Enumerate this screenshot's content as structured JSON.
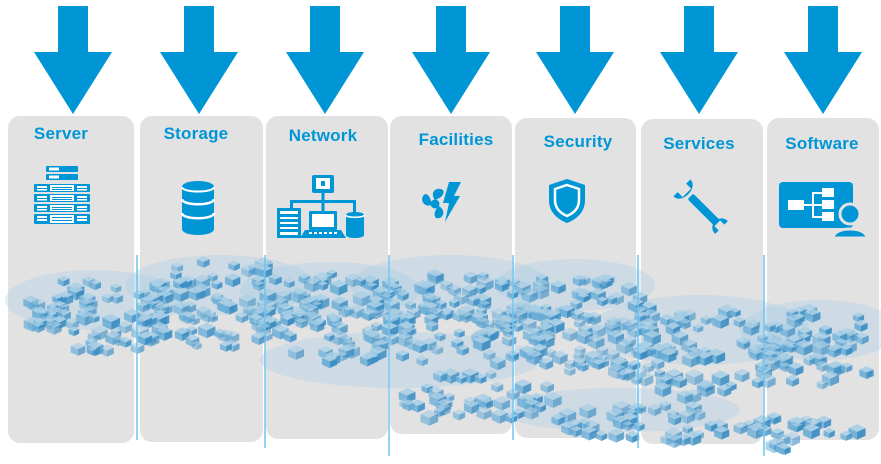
{
  "colors": {
    "accent": "#0096d6",
    "panel": "#e2e2e3",
    "cube_light": "#a9cfe6",
    "cube_mid": "#6fb0d8",
    "cube_dark": "#3d8ec3"
  },
  "columns": [
    {
      "id": "server",
      "label": "Server",
      "icon": "server-rack-icon"
    },
    {
      "id": "storage",
      "label": "Storage",
      "icon": "database-icon"
    },
    {
      "id": "network",
      "label": "Network",
      "icon": "network-topology-icon"
    },
    {
      "id": "facilities",
      "label": "Facilities",
      "icon": "power-fan-icon"
    },
    {
      "id": "security",
      "label": "Security",
      "icon": "shield-icon"
    },
    {
      "id": "services",
      "label": "Services",
      "icon": "wrench-icon"
    },
    {
      "id": "software",
      "label": "Software",
      "icon": "software-user-icon"
    }
  ]
}
